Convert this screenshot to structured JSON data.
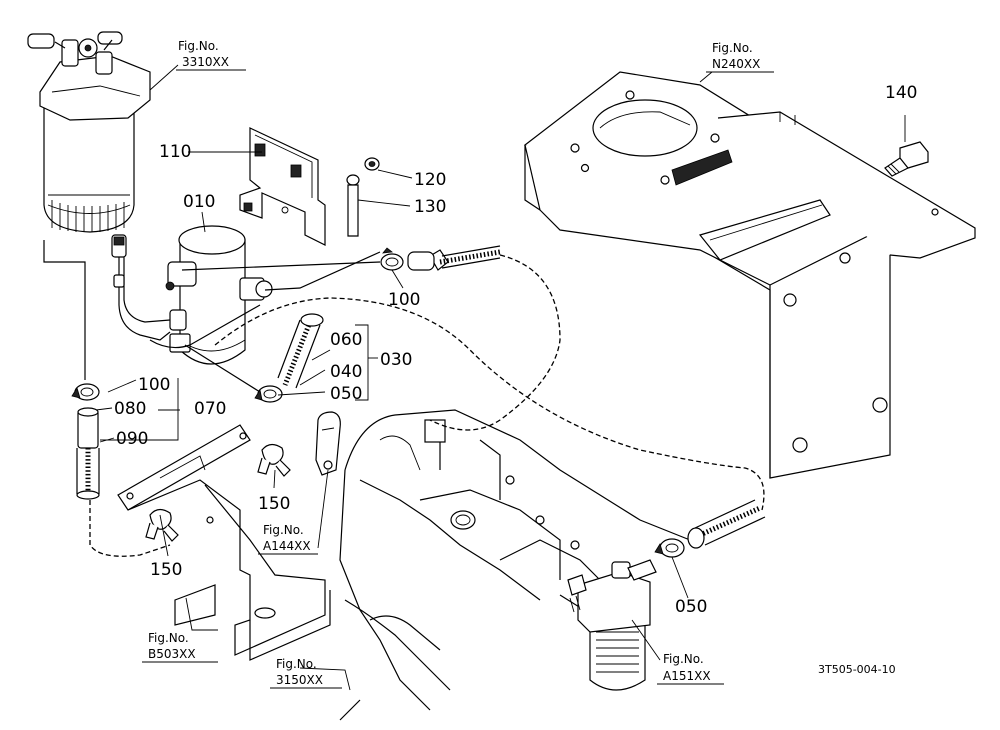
{
  "diagram": {
    "drawing_code": "3T505-004-10",
    "part_numbers": {
      "p010": "010",
      "p030": "030",
      "p040": "040",
      "p050a": "050",
      "p050b": "050",
      "p060": "060",
      "p070": "070",
      "p080": "080",
      "p090": "090",
      "p100a": "100",
      "p100b": "100",
      "p110": "110",
      "p120": "120",
      "p130": "130",
      "p140": "140",
      "p150a": "150",
      "p150b": "150"
    },
    "fig_refs": [
      {
        "label": "Fig.No.",
        "code": "3310XX"
      },
      {
        "label": "Fig.No.",
        "code": "N240XX"
      },
      {
        "label": "Fig.No.",
        "code": "A144XX"
      },
      {
        "label": "Fig.No.",
        "code": "B503XX"
      },
      {
        "label": "Fig.No.",
        "code": "3150XX"
      },
      {
        "label": "Fig.No.",
        "code": "A151XX"
      }
    ]
  }
}
